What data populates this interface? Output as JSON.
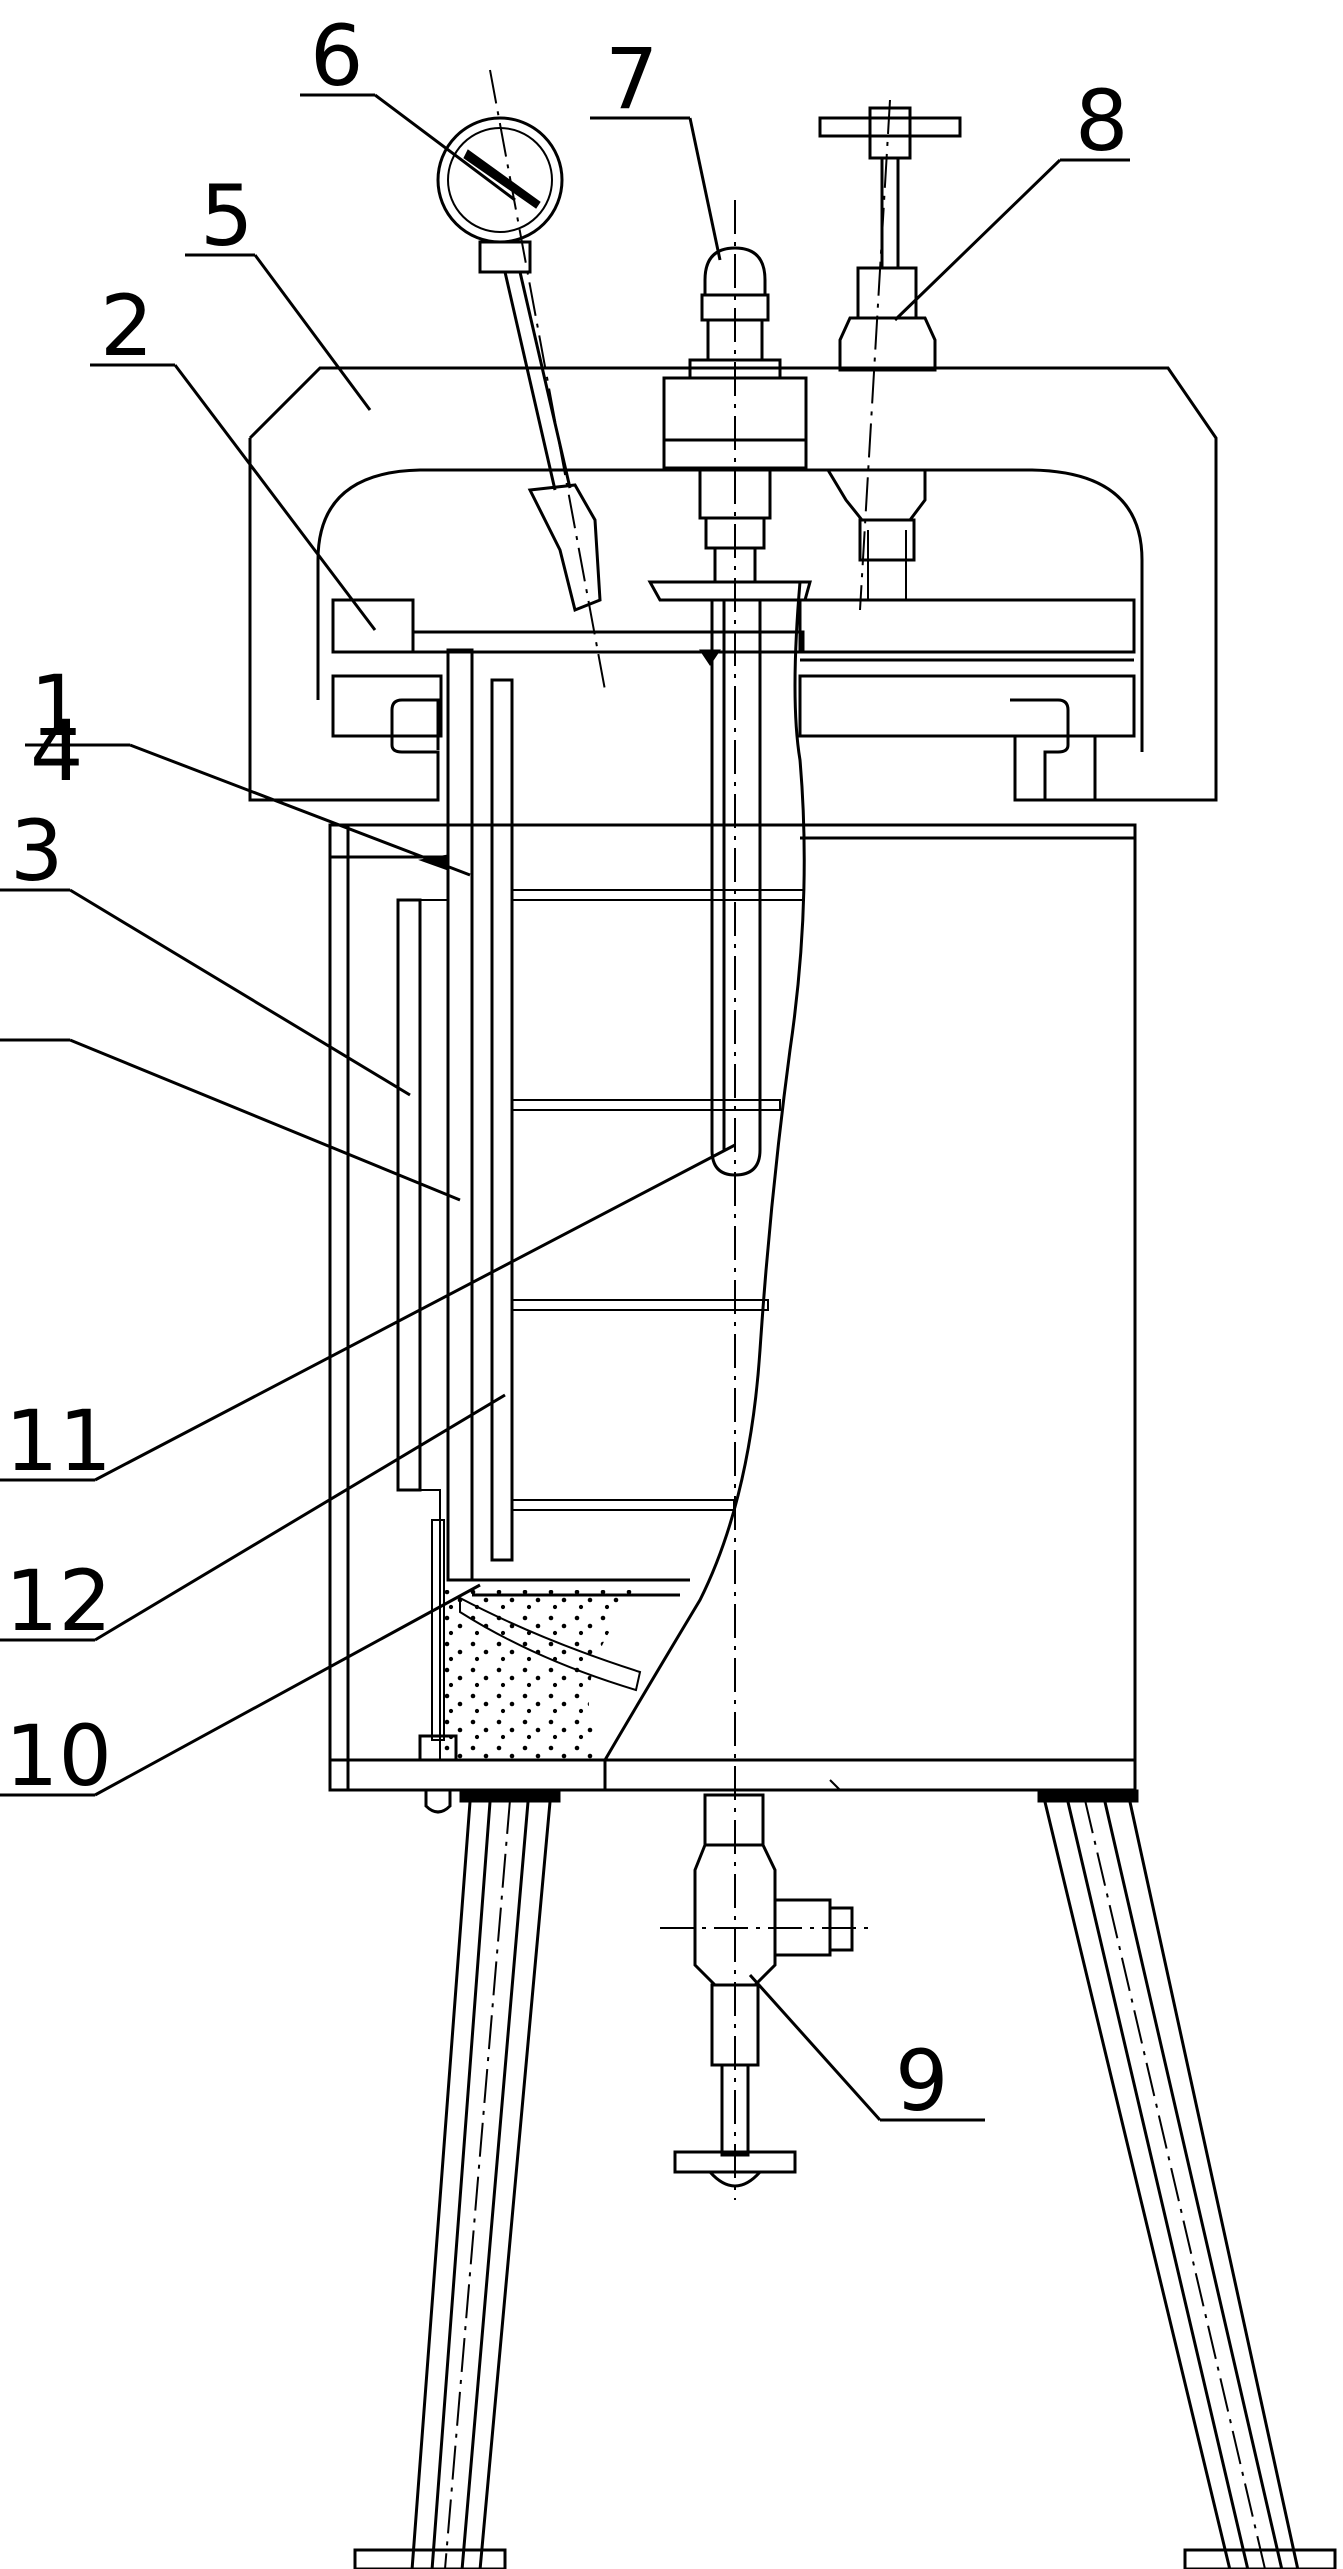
{
  "drawing": {
    "callouts": [
      {
        "id": "c1",
        "label": "1"
      },
      {
        "id": "c2",
        "label": "2"
      },
      {
        "id": "c3",
        "label": "3"
      },
      {
        "id": "c4",
        "label": "4"
      },
      {
        "id": "c5",
        "label": "5"
      },
      {
        "id": "c6",
        "label": "6"
      },
      {
        "id": "c7",
        "label": "7"
      },
      {
        "id": "c8",
        "label": "8"
      },
      {
        "id": "c9",
        "label": "9"
      },
      {
        "id": "c10",
        "label": "10"
      },
      {
        "id": "c11",
        "label": "11"
      },
      {
        "id": "c12",
        "label": "12"
      }
    ]
  }
}
